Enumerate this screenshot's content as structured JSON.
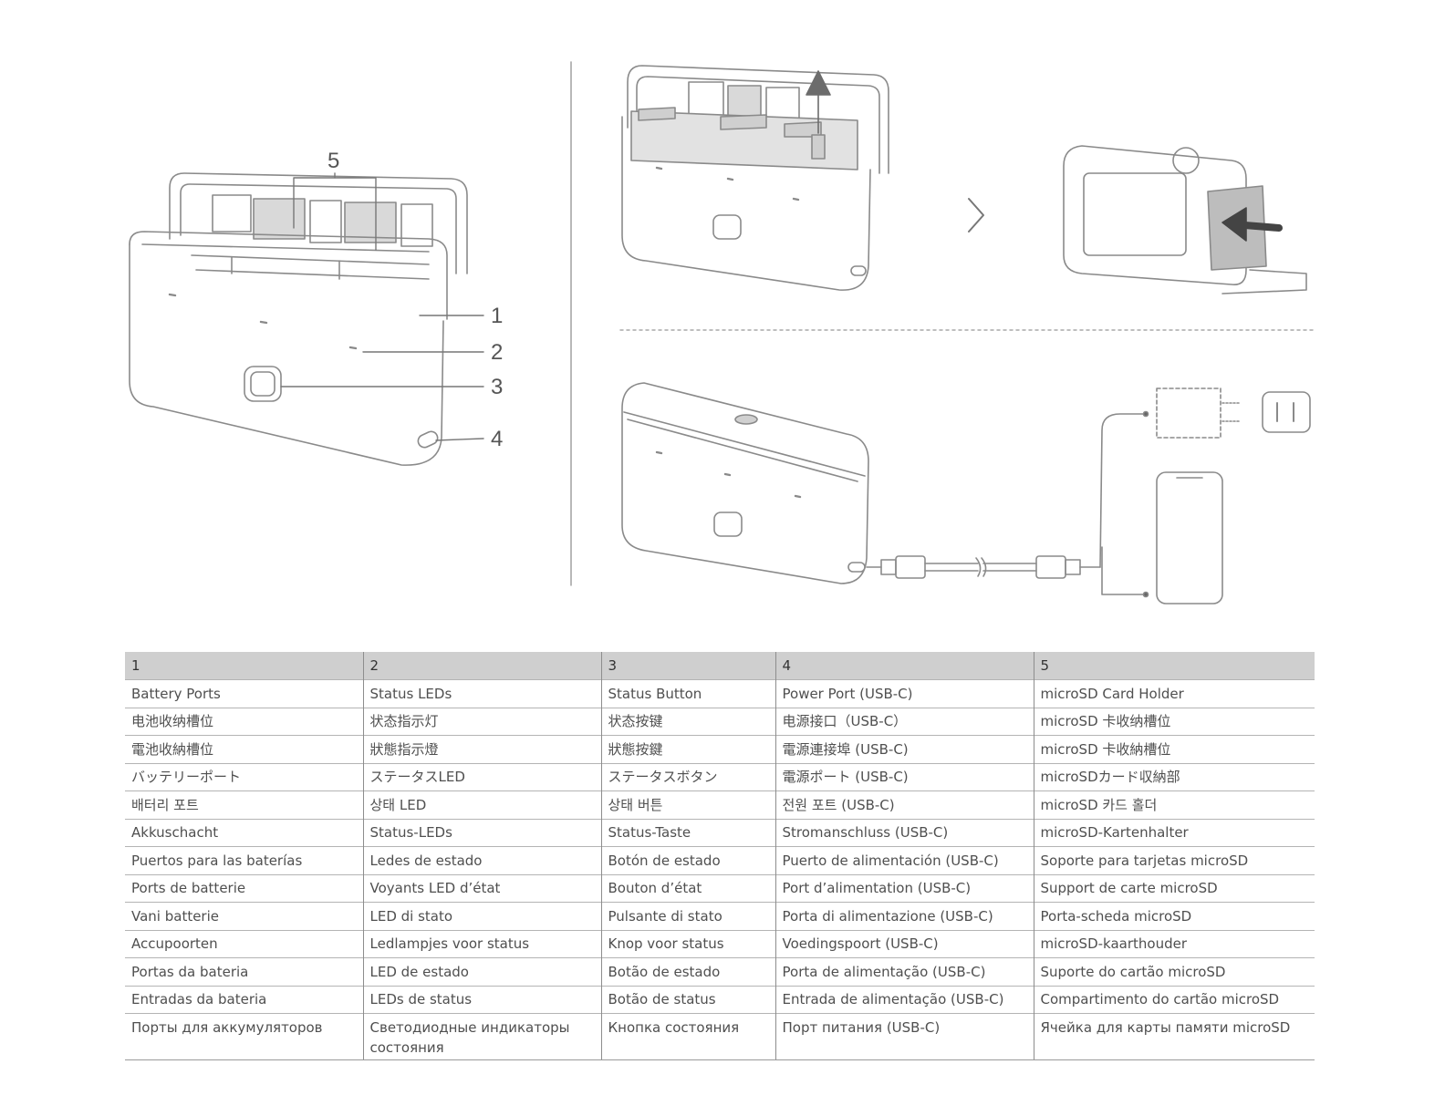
{
  "figure": {
    "callouts": {
      "c1": "1",
      "c2": "2",
      "c3": "3",
      "c4": "4",
      "c5": "5"
    }
  },
  "table": {
    "headers": [
      "1",
      "2",
      "3",
      "4",
      "5"
    ],
    "rows": [
      [
        "Battery Ports",
        "Status LEDs",
        "Status Button",
        "Power Port (USB-C)",
        "microSD Card Holder"
      ],
      [
        "电池收纳槽位",
        "状态指示灯",
        "状态按键",
        "电源接口（USB-C）",
        "microSD 卡收纳槽位"
      ],
      [
        "電池收納槽位",
        "狀態指示燈",
        "狀態按鍵",
        "電源連接埠 (USB-C)",
        "microSD 卡收納槽位"
      ],
      [
        "バッテリーポート",
        "ステータスLED",
        "ステータスボタン",
        "電源ポート (USB-C)",
        "microSDカード収納部"
      ],
      [
        "배터리 포트",
        "상태 LED",
        "상태 버튼",
        "전원 포트 (USB-C)",
        "microSD 카드 홀더"
      ],
      [
        "Akkuschacht",
        "Status-LEDs",
        "Status-Taste",
        "Stromanschluss (USB-C)",
        "microSD-Kartenhalter"
      ],
      [
        "Puertos para las baterías",
        "Ledes de estado",
        "Botón de estado",
        "Puerto de alimentación (USB-C)",
        "Soporte para tarjetas microSD"
      ],
      [
        "Ports de batterie",
        "Voyants LED d’état",
        "Bouton d’état",
        "Port d’alimentation (USB-C)",
        "Support de carte microSD"
      ],
      [
        "Vani batterie",
        "LED di stato",
        "Pulsante di stato",
        "Porta di alimentazione (USB-C)",
        "Porta-scheda microSD"
      ],
      [
        "Accupoorten",
        "Ledlampjes voor status",
        "Knop voor status",
        "Voedingspoort (USB-C)",
        "microSD-kaarthouder"
      ],
      [
        "Portas da bateria",
        "LED de estado",
        "Botão de estado",
        "Porta de alimentação (USB-C)",
        "Suporte do cartão microSD"
      ],
      [
        "Entradas da bateria",
        "LEDs de status",
        "Botão de status",
        "Entrada de alimentação (USB-C)",
        "Compartimento do cartão microSD"
      ],
      [
        "Порты для аккумуляторов",
        "Светодиодные индикаторы состояния",
        "Кнопка состояния",
        "Порт питания (USB-C)",
        "Ячейка для карты памяти microSD"
      ]
    ]
  }
}
